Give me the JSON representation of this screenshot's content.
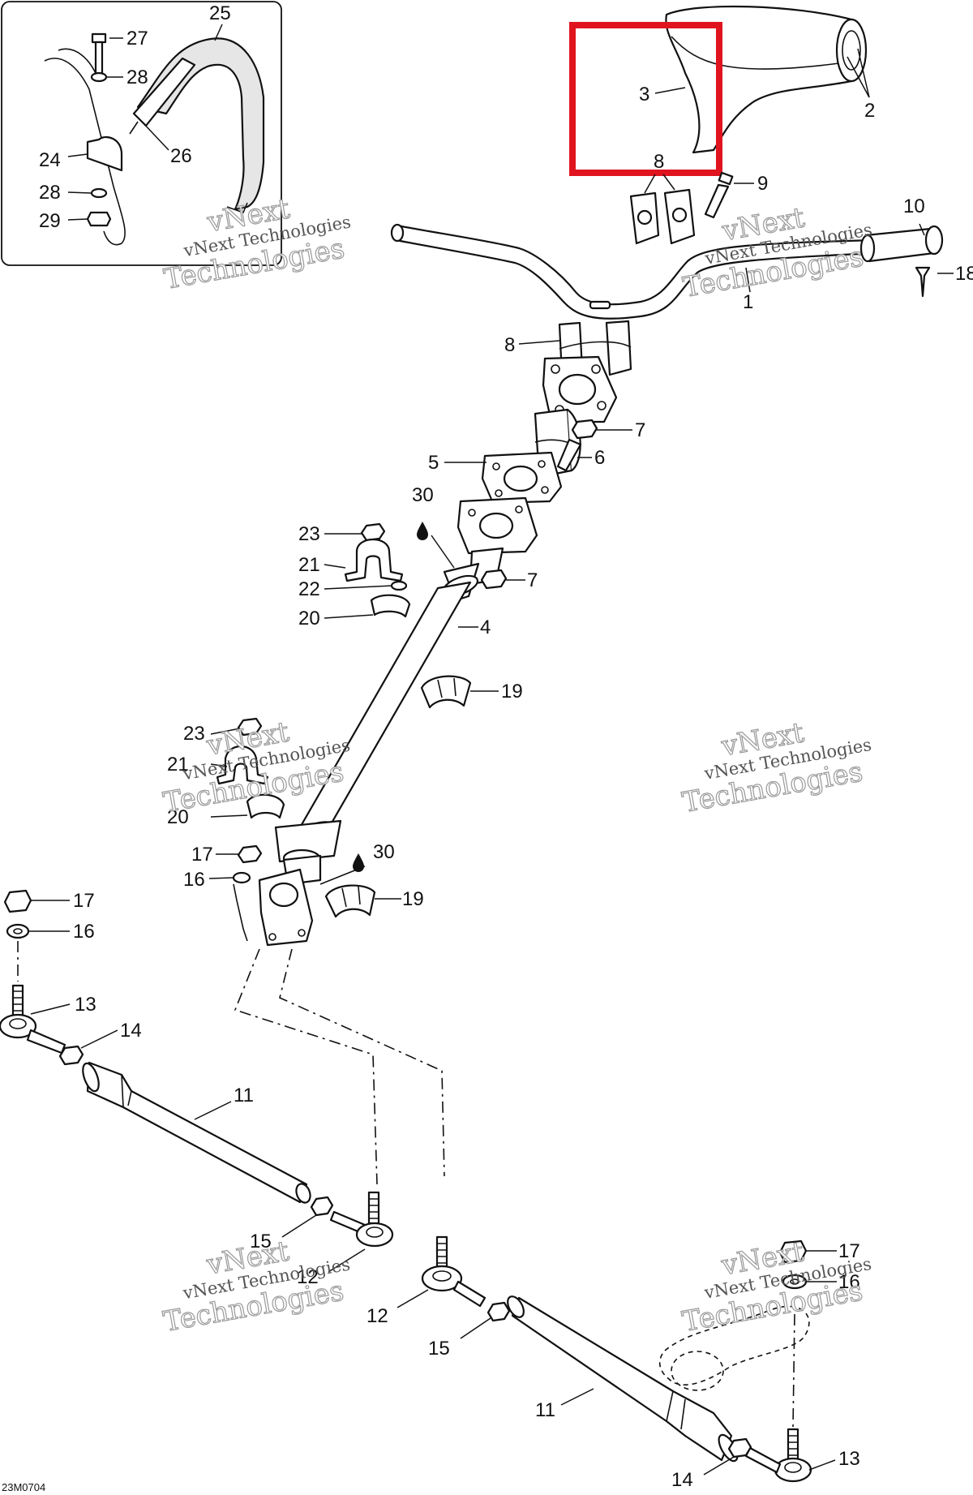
{
  "diagram": {
    "drawing_code": "23M0704",
    "watermark": {
      "line1": "vNext",
      "line2": "vNext Technologies",
      "line3": "Technologies"
    },
    "highlight_color": "#e0141e",
    "callouts": {
      "n1": "1",
      "n2": "2",
      "n3": "3",
      "n4": "4",
      "n5": "5",
      "n6": "6",
      "n7": "7",
      "n8": "8",
      "n9": "9",
      "n10": "10",
      "n11": "11",
      "n12": "12",
      "n13": "13",
      "n14": "14",
      "n15": "15",
      "n16": "16",
      "n17": "17",
      "n18": "18",
      "n19": "19",
      "n20": "20",
      "n21": "21",
      "n22": "22",
      "n23": "23",
      "n24": "24",
      "n25": "25",
      "n26": "26",
      "n27": "27",
      "n28": "28",
      "n29": "29",
      "n30": "30"
    }
  }
}
